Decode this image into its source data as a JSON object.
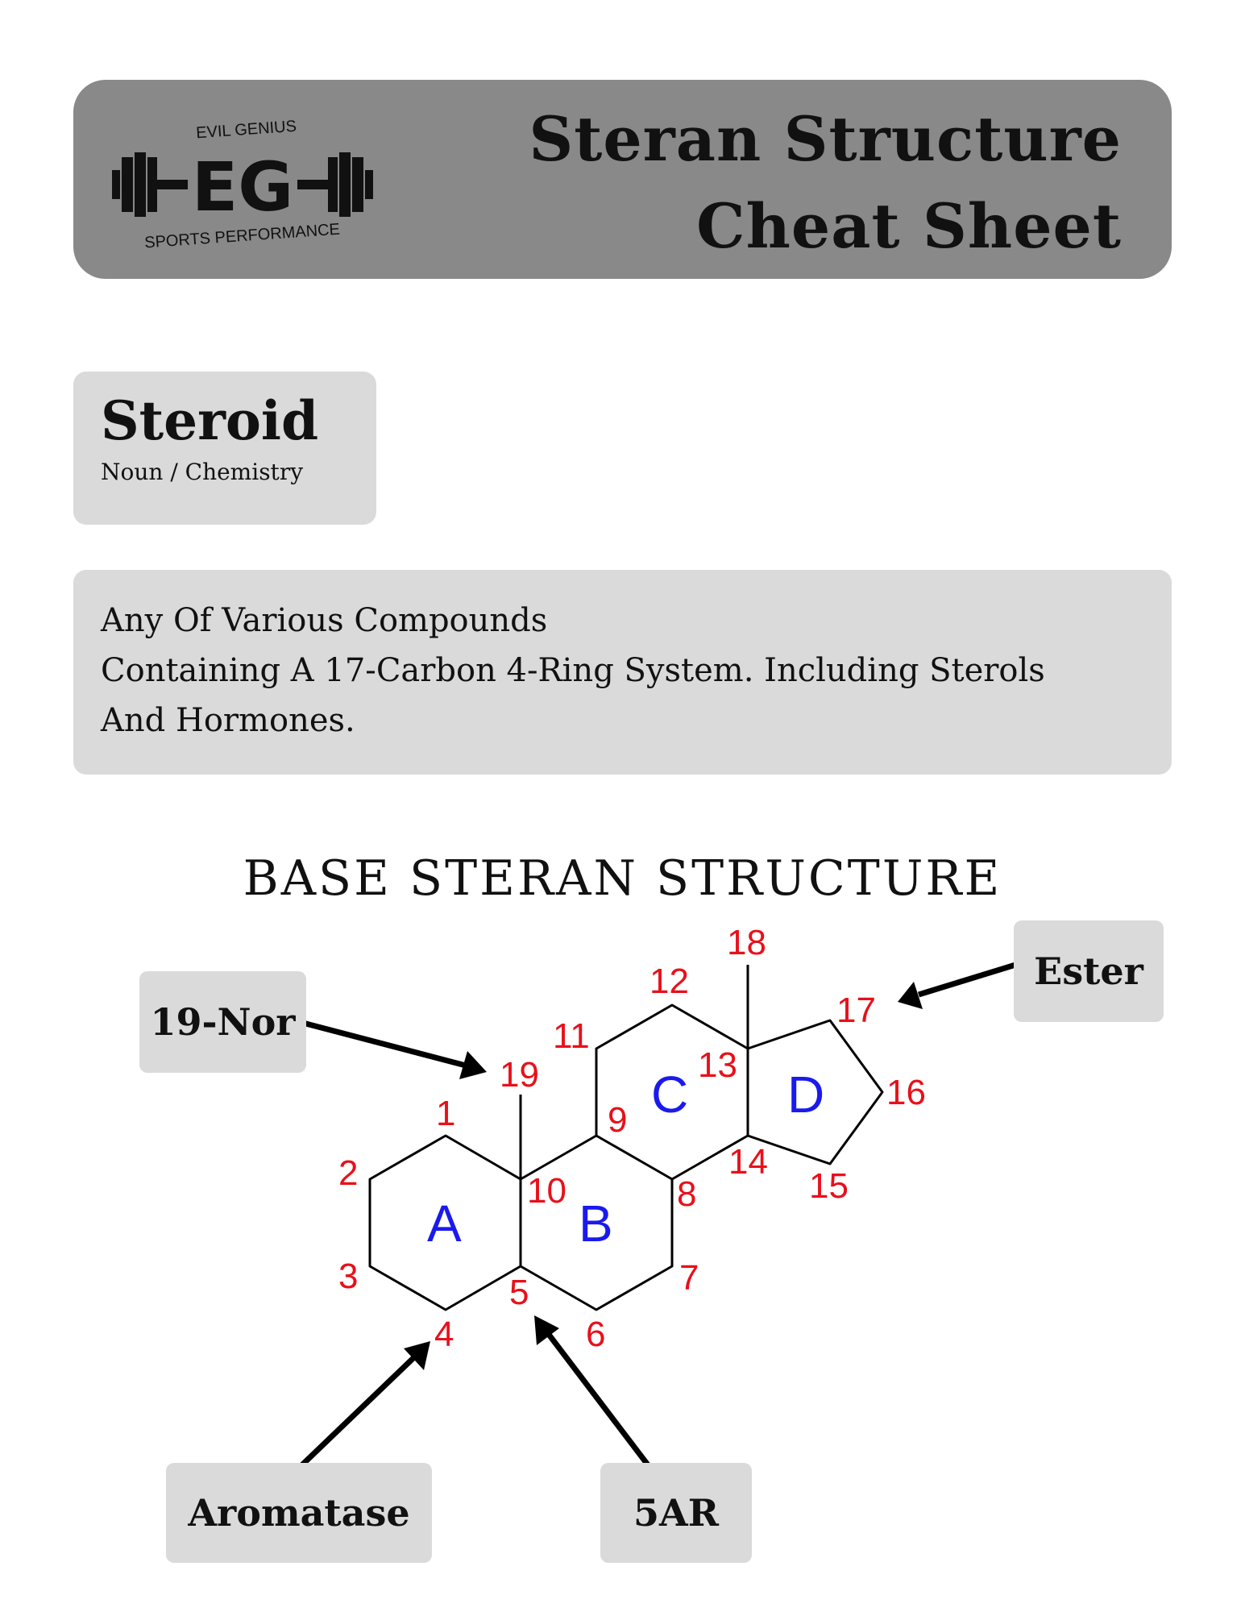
{
  "header": {
    "logo": {
      "top_text": "EVIL GENIUS",
      "mark": "EG",
      "bottom_text": "SPORTS PERFORMANCE"
    },
    "title_line1": "Steran Structure",
    "title_line2": "Cheat Sheet"
  },
  "term": {
    "word": "Steroid",
    "subtitle": "Noun / Chemistry"
  },
  "definition": {
    "line1": "Any Of Various Compounds",
    "line2": "Containing A 17-Carbon 4-Ring  System. Including Sterols",
    "line3": "And Hormones."
  },
  "section_title": "BASE STERAN STRUCTURE",
  "diagram": {
    "ring_labels": {
      "a": "A",
      "b": "B",
      "c": "C",
      "d": "D"
    },
    "atom_numbers": {
      "n1": "1",
      "n2": "2",
      "n3": "3",
      "n4": "4",
      "n5": "5",
      "n6": "6",
      "n7": "7",
      "n8": "8",
      "n9": "9",
      "n10": "10",
      "n11": "11",
      "n12": "12",
      "n13": "13",
      "n14": "14",
      "n15": "15",
      "n16": "16",
      "n17": "17",
      "n18": "18",
      "n19": "19"
    },
    "colors": {
      "numbers": "#e8101a",
      "rings": "#1a1aee",
      "bonds": "#000000"
    }
  },
  "tags": {
    "nor": "19-Nor",
    "ester": "Ester",
    "aromatase": "Aromatase",
    "five_ar": "5AR"
  }
}
